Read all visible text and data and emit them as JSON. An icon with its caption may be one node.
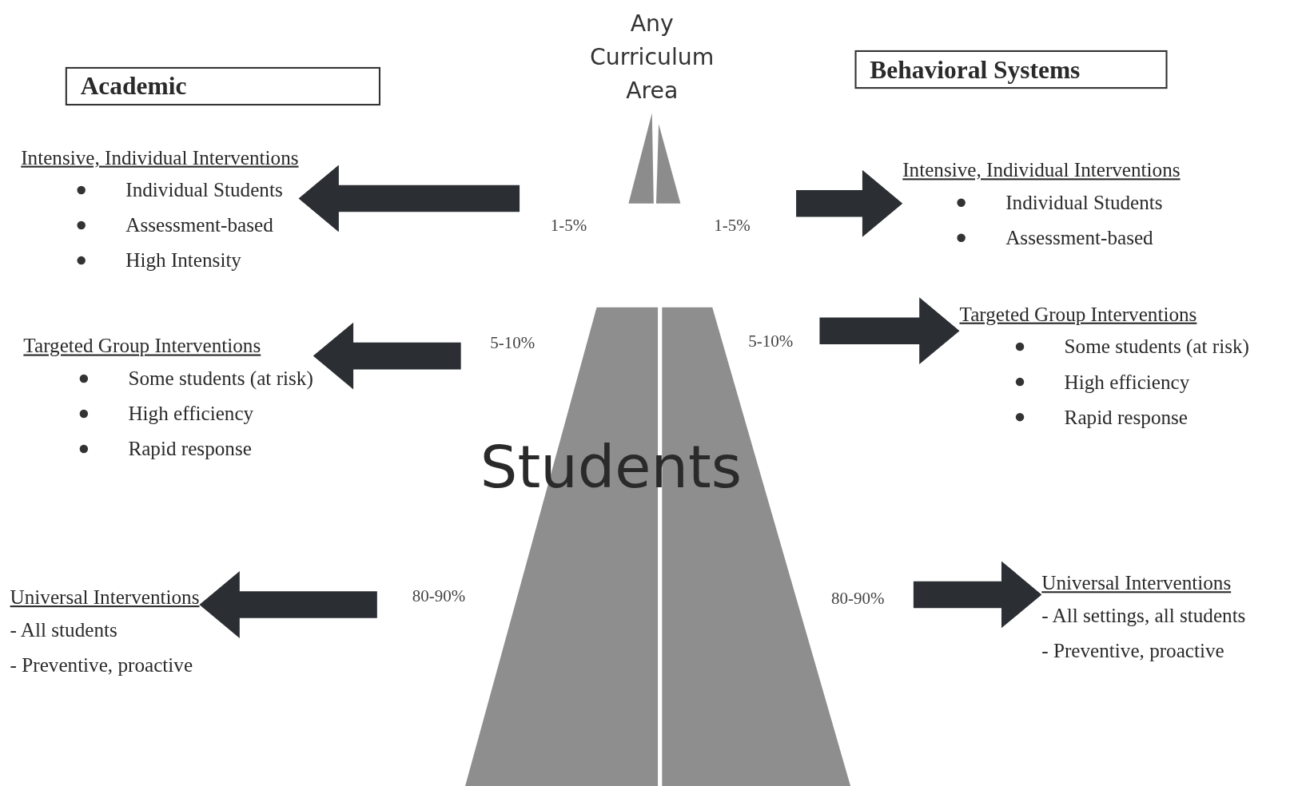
{
  "diagram": {
    "nodes": [
      {
        "text": [
          "Academic"
        ]
      },
      {
        "text": [
          "Behavioral Systems"
        ]
      },
      {
        "text": [
          "Intensive, Individual Interventions",
          "Individual Students",
          "Assessment-based",
          "High Intensity"
        ]
      },
      {
        "text": [
          "Targeted Group Interventions",
          "Some students (at risk)",
          "High efficiency",
          "Rapid response"
        ]
      },
      {
        "text": [
          "Universal Interventions",
          "- All students",
          "- Preventive, proactive"
        ]
      },
      {
        "text": [
          "Intensive, Individual Interventions",
          "Individual Students",
          "Assessment-based"
        ]
      },
      {
        "text": [
          "Targeted Group Interventions",
          "Some students (at risk)",
          "High efficiency",
          "Rapid response"
        ]
      },
      {
        "text": [
          "Universal Interventions",
          "- All settings, all students",
          "- Preventive, proactive"
        ]
      }
    ],
    "edges": [
      {
        "from": null,
        "to": 2,
        "arrow": "to"
      },
      {
        "from": null,
        "to": 3,
        "arrow": "to"
      },
      {
        "from": null,
        "to": 4,
        "arrow": "to"
      },
      {
        "from": null,
        "to": 5,
        "arrow": "to"
      },
      {
        "from": null,
        "to": 6,
        "arrow": "to"
      },
      {
        "from": null,
        "to": 7,
        "arrow": "to"
      }
    ],
    "labels": [
      "Any Curriculum Area",
      "1-5%",
      "1-5%",
      "5-10%",
      "5-10%",
      "80-90%",
      "80-90%",
      "Students"
    ]
  }
}
